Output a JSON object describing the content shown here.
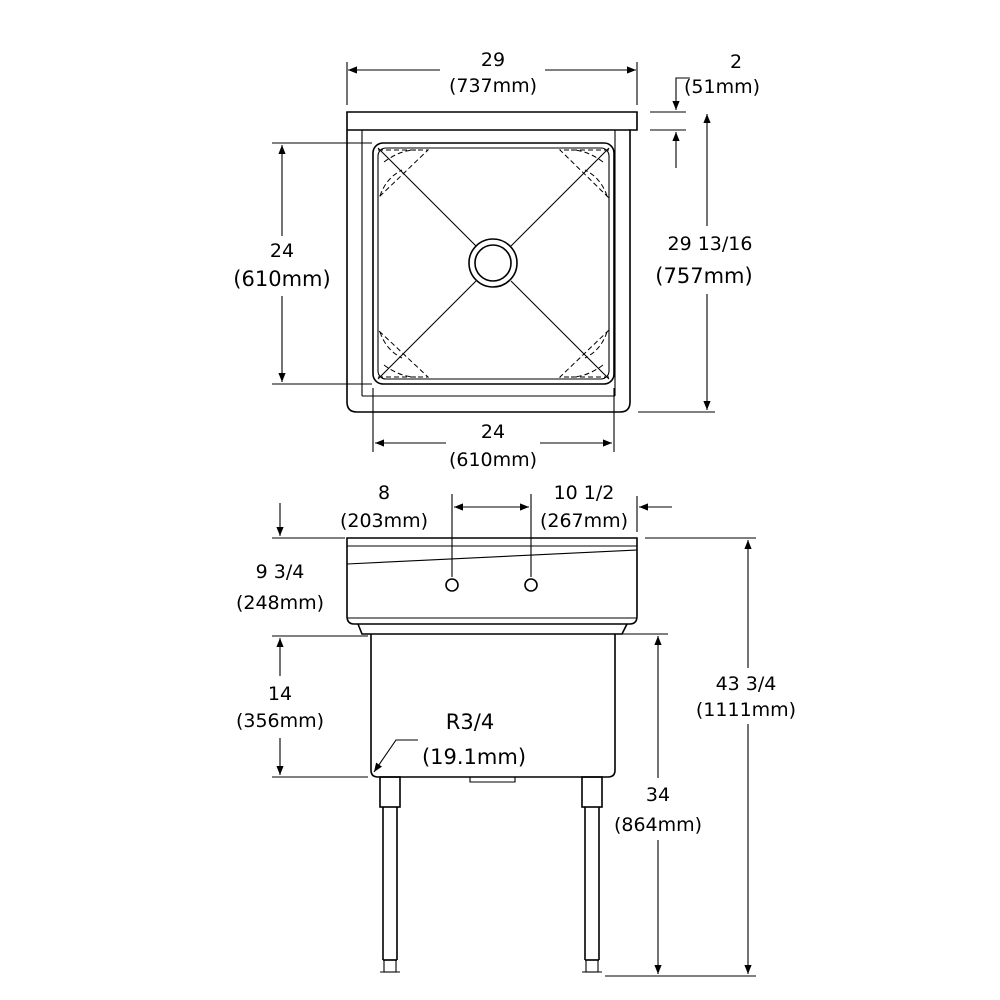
{
  "top_view": {
    "width": {
      "in": "29",
      "mm": "(737mm)"
    },
    "rim": {
      "in": "2",
      "mm": "(51mm)"
    },
    "depth": {
      "in": "29 13/16",
      "mm": "(757mm)"
    },
    "bowl_depth": {
      "in": "24",
      "mm": "(610mm)"
    },
    "bowl_width": {
      "in": "24",
      "mm": "(610mm)"
    }
  },
  "front_view": {
    "faucet_offset": {
      "in": "8",
      "mm": "(203mm)"
    },
    "faucet_side": {
      "in": "10 1/2",
      "mm": "(267mm)"
    },
    "backsplash": {
      "in": "9 3/4",
      "mm": "(248mm)"
    },
    "bowl_height": {
      "in": "14",
      "mm": "(356mm)"
    },
    "corner_radius": {
      "in": "R3/4",
      "mm": "(19.1mm)"
    },
    "overall_height": {
      "in": "43 3/4",
      "mm": "(1111mm)"
    },
    "rim_height": {
      "in": "34",
      "mm": "(864mm)"
    }
  }
}
